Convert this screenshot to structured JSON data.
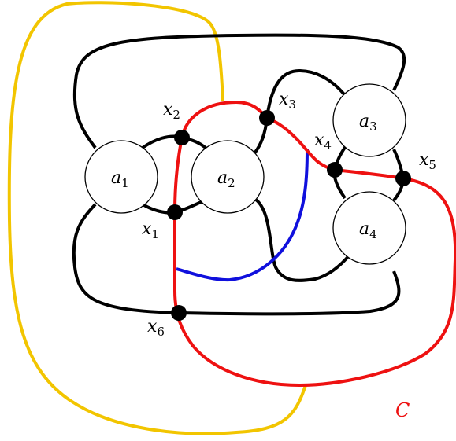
{
  "colors": {
    "black_edges": "#000000",
    "red_curve": "#ee1111",
    "yellow_curve": "#f2c500",
    "blue_curve": "#1010dd",
    "node_fill": "#ffffff",
    "label_red": "#ee1111",
    "text": "#000000"
  },
  "nodes": [
    {
      "id": "a1",
      "base": "a",
      "sub": "1"
    },
    {
      "id": "a2",
      "base": "a",
      "sub": "2"
    },
    {
      "id": "a3",
      "base": "a",
      "sub": "3"
    },
    {
      "id": "a4",
      "base": "a",
      "sub": "4"
    }
  ],
  "points": [
    {
      "id": "x1",
      "base": "x",
      "sub": "1"
    },
    {
      "id": "x2",
      "base": "x",
      "sub": "2"
    },
    {
      "id": "x3",
      "base": "x",
      "sub": "3"
    },
    {
      "id": "x4",
      "base": "x",
      "sub": "4"
    },
    {
      "id": "x5",
      "base": "x",
      "sub": "5"
    },
    {
      "id": "x6",
      "base": "x",
      "sub": "6"
    }
  ],
  "curve_label": "C"
}
